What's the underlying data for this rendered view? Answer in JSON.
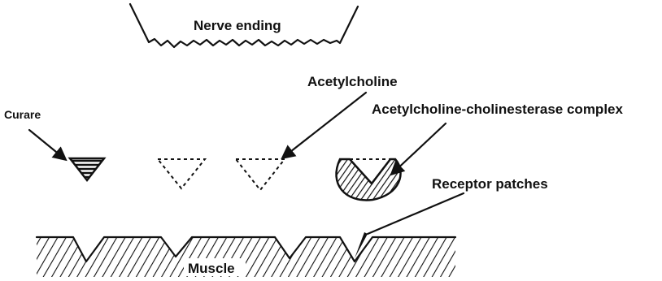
{
  "labels": {
    "nerve_ending": "Nerve ending",
    "acetylcholine": "Acetylcholine",
    "complex": "Acetylcholine-cholinesterase complex",
    "curare": "Curare",
    "receptor_patches": "Receptor patches",
    "muscle": "Muscle"
  },
  "colors": {
    "ink": "#111111",
    "background": "#ffffff"
  }
}
